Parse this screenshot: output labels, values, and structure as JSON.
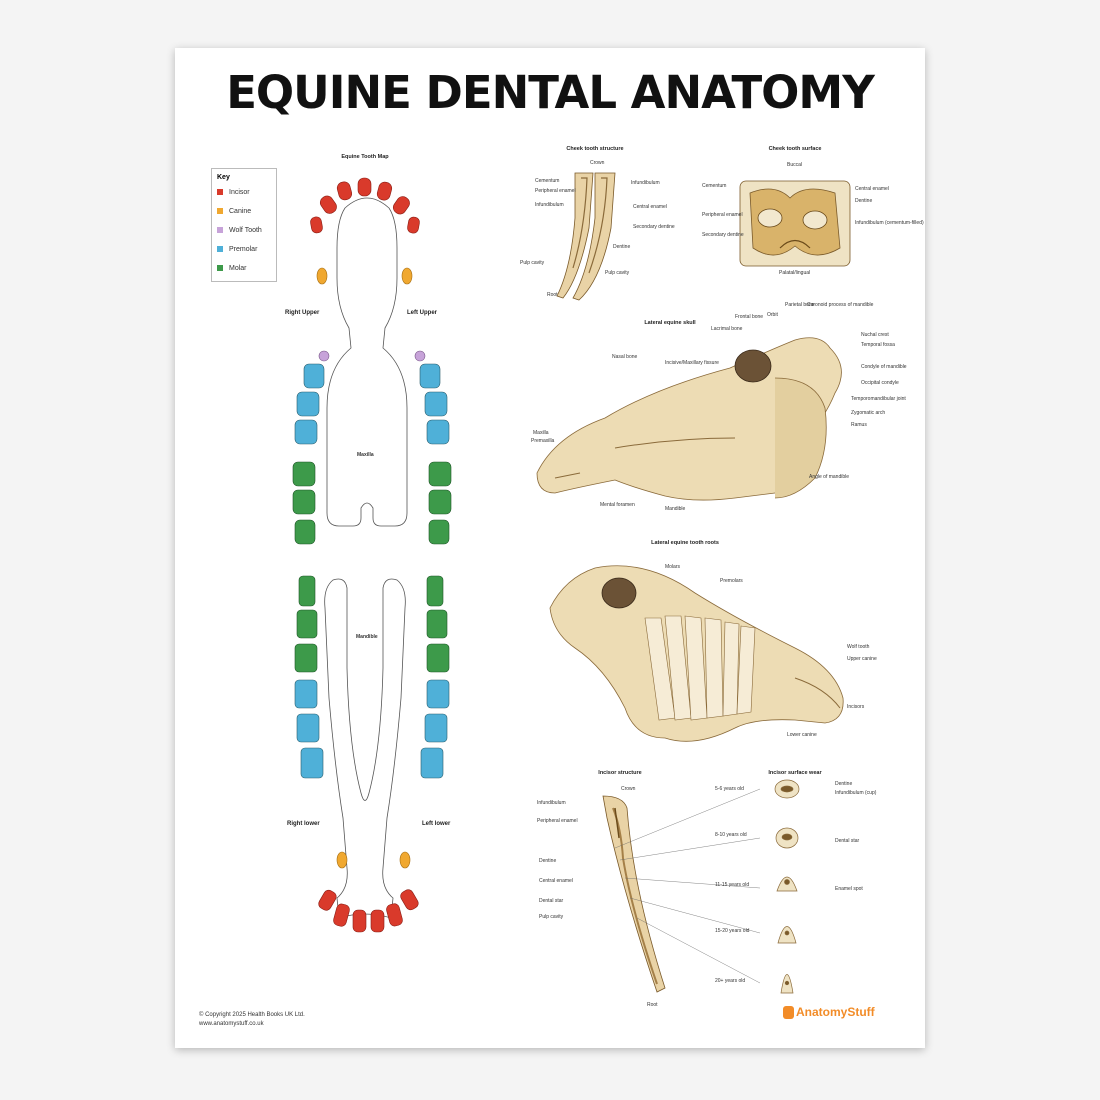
{
  "title": "EQUINE DENTAL ANATOMY",
  "key": {
    "title": "Key",
    "items": [
      {
        "label": "Incisor",
        "color": "#d93a2b"
      },
      {
        "label": "Canine",
        "color": "#f0a830"
      },
      {
        "label": "Wolf Tooth",
        "color": "#c7a3d9"
      },
      {
        "label": "Premolar",
        "color": "#4fb0d8"
      },
      {
        "label": "Molar",
        "color": "#3d9a4a"
      }
    ]
  },
  "tooth_map": {
    "title": "Equine Tooth Map",
    "right_upper": "Right Upper",
    "left_upper": "Left Upper",
    "right_lower": "Right lower",
    "left_lower": "Left lower",
    "maxilla": "Maxilla",
    "mandible": "Mandible"
  },
  "cheek_structure": {
    "title": "Cheek tooth structure",
    "labels": [
      "Crown",
      "Cementum",
      "Peripheral enamel",
      "Infundibulum",
      "Infundibulum",
      "Central enamel",
      "Secondary dentine",
      "Dentine",
      "Pulp cavity",
      "Pulp cavity",
      "Root"
    ]
  },
  "cheek_surface": {
    "title": "Cheek tooth surface",
    "labels": [
      "Buccal",
      "Cementum",
      "Peripheral enamel",
      "Dentine",
      "Central enamel",
      "Secondary dentine",
      "Infundibulum (cementum-filled)",
      "Palatal/lingual"
    ]
  },
  "lateral_skull": {
    "title": "Lateral equine skull",
    "labels": [
      "Nasal bone",
      "Incisive/Maxillary fissure",
      "Lacrimal bone",
      "Frontal bone",
      "Orbit",
      "Parietal bone",
      "Coronoid process of mandible",
      "Nuchal crest",
      "Temporal fossa",
      "Condyle of mandible",
      "Occipital condyle",
      "Temporomandibular joint",
      "Zygomatic arch",
      "Ramus",
      "Maxilla",
      "Premaxilla",
      "Mental foramen",
      "Mandible",
      "Angle of mandible"
    ]
  },
  "tooth_roots": {
    "title": "Lateral equine tooth roots",
    "labels": [
      "Molars",
      "Premolars",
      "Wolf tooth",
      "Upper canine",
      "Incisors",
      "Lower canine"
    ]
  },
  "incisor_structure": {
    "title": "Incisor structure",
    "labels": [
      "Crown",
      "Infundibulum",
      "Peripheral enamel",
      "Dentine",
      "Central enamel",
      "Dental star",
      "Pulp cavity",
      "Root"
    ]
  },
  "incisor_wear": {
    "title": "Incisor surface wear",
    "labels": [
      "5-6 years old",
      "8-10 years old",
      "11-15 years old",
      "15-20 years old",
      "20+ years old",
      "Dentine",
      "Infundibulum (cup)",
      "Dental star",
      "Enamel spot"
    ]
  },
  "copyright": "© Copyright 2025 Health Books UK Ltd.",
  "website": "www.anatomystuff.co.uk",
  "brand": "AnatomyStuff"
}
